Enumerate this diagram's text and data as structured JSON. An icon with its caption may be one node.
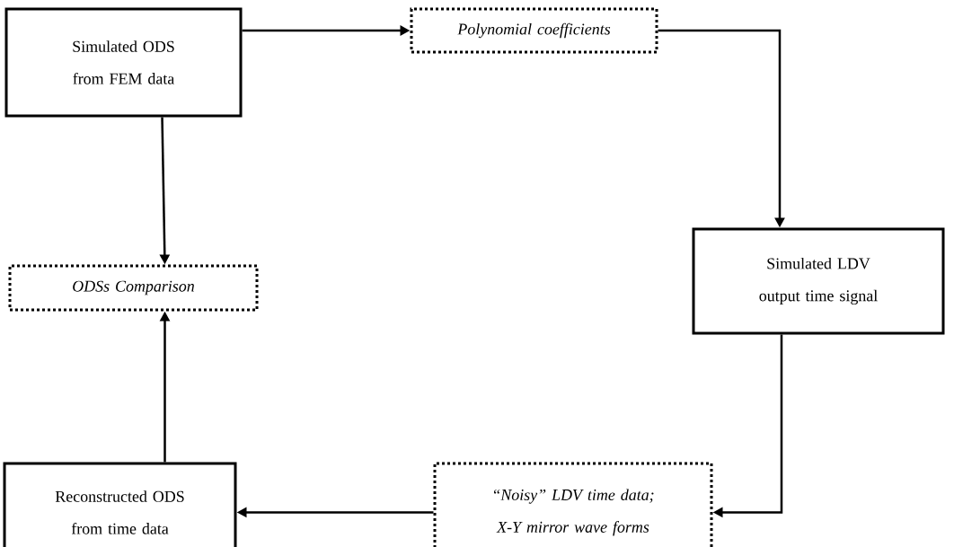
{
  "diagram": {
    "nodes": [
      {
        "text": [
          "Simulated ODS from FEM data"
        ]
      },
      {
        "text": [
          "Polynomial coefficients"
        ]
      },
      {
        "text": [
          "Simulated LDV output time signal"
        ]
      },
      {
        "text": [
          "ODSs Comparison"
        ]
      },
      {
        "text": [
          "Reconstructed ODS from time data"
        ]
      },
      {
        "text": [
          "“Noisy” LDV time data; X-Y mirror wave forms"
        ]
      }
    ],
    "edges": [
      {
        "from": 0,
        "to": 1,
        "arrow": "to"
      },
      {
        "from": 1,
        "to": 2,
        "arrow": "to"
      },
      {
        "from": 0,
        "to": 3,
        "arrow": "to"
      },
      {
        "from": 2,
        "to": 5,
        "arrow": "to"
      },
      {
        "from": 5,
        "to": 4,
        "arrow": "to"
      },
      {
        "from": 4,
        "to": 3,
        "arrow": "to"
      }
    ]
  }
}
